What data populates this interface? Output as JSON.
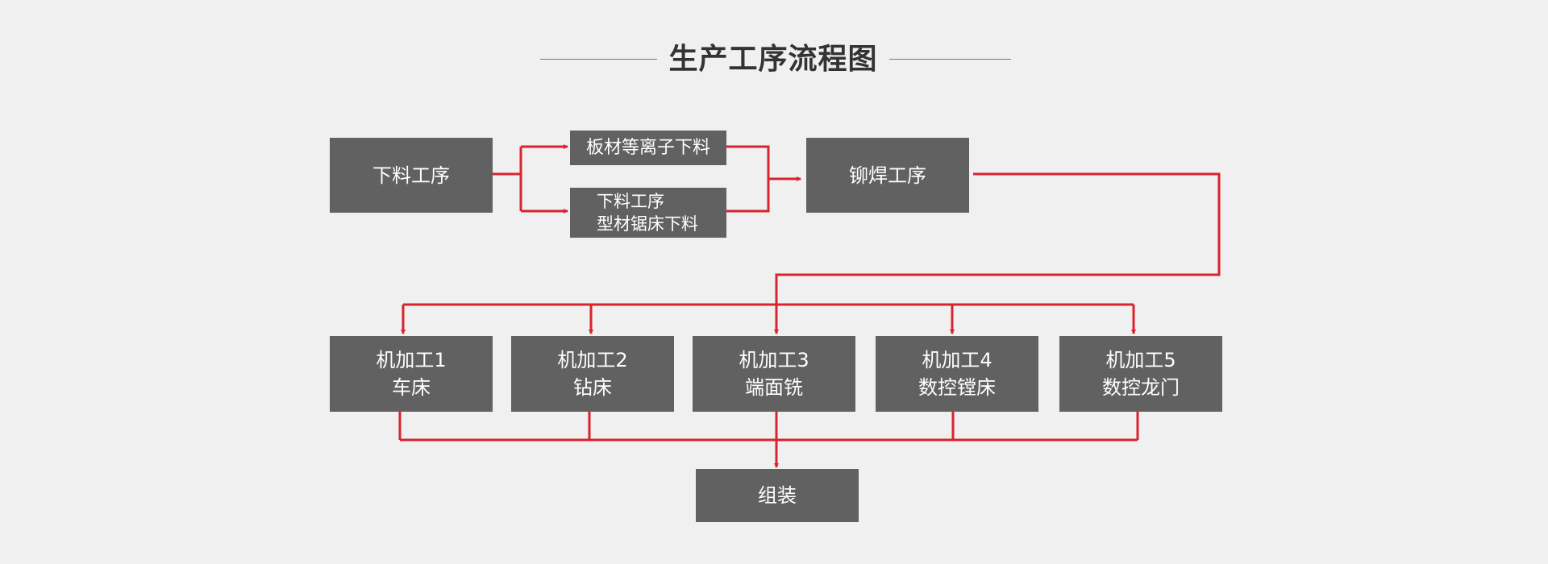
{
  "title": "生产工序流程图",
  "colors": {
    "background": "#f0f0f0",
    "box": "#616161",
    "box_text": "#ffffff",
    "connector": "#d9232e",
    "title": "#333333"
  },
  "nodes": {
    "cutting": {
      "line1": "下料工序"
    },
    "plate_cut": {
      "line1": "板材等离子下料"
    },
    "profile_cut": {
      "line1": "下料工序",
      "line2": "型材锯床下料"
    },
    "rivet_weld": {
      "line1": "铆焊工序"
    },
    "machining1": {
      "line1": "机加工1",
      "line2": "车床"
    },
    "machining2": {
      "line1": "机加工2",
      "line2": "钻床"
    },
    "machining3": {
      "line1": "机加工3",
      "line2": "端面铣"
    },
    "machining4": {
      "line1": "机加工4",
      "line2": "数控镗床"
    },
    "machining5": {
      "line1": "机加工5",
      "line2": "数控龙门"
    },
    "assembly": {
      "line1": "组装"
    }
  }
}
